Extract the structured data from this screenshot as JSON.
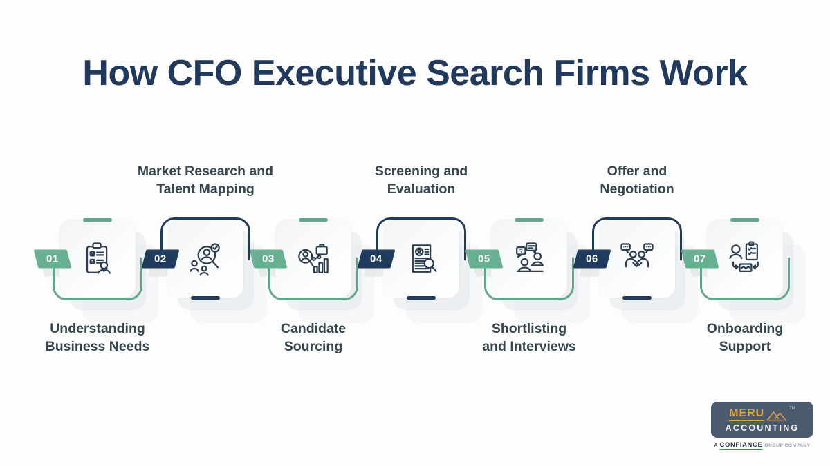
{
  "title": "How CFO Executive Search Firms Work",
  "steps": [
    {
      "number": "01",
      "label": "Understanding Business Needs",
      "label_lines": [
        "Understanding",
        "Business Needs"
      ],
      "label_position": "bottom",
      "accent": "green",
      "icon": "clipboard-checklist-person-icon"
    },
    {
      "number": "02",
      "label": "Market Research and Talent Mapping",
      "label_lines": [
        "Market Research and",
        "Talent Mapping"
      ],
      "label_position": "top",
      "accent": "navy",
      "icon": "talent-search-magnifier-icon"
    },
    {
      "number": "03",
      "label": "Candidate Sourcing",
      "label_lines": [
        "Candidate",
        "Sourcing"
      ],
      "label_position": "bottom",
      "accent": "green",
      "icon": "candidate-briefcase-chart-icon"
    },
    {
      "number": "04",
      "label": "Screening and Evaluation",
      "label_lines": [
        "Screening and",
        "Evaluation"
      ],
      "label_position": "top",
      "accent": "navy",
      "icon": "resume-magnifier-icon"
    },
    {
      "number": "05",
      "label": "Shortlisting and Interviews",
      "label_lines": [
        "Shortlisting",
        "and Interviews"
      ],
      "label_position": "bottom",
      "accent": "green",
      "icon": "interview-speech-bubbles-icon"
    },
    {
      "number": "06",
      "label": "Offer and Negotiation",
      "label_lines": [
        "Offer and",
        "Negotiation"
      ],
      "label_position": "top",
      "accent": "navy",
      "icon": "handshake-negotiation-icon"
    },
    {
      "number": "07",
      "label": "Onboarding Support",
      "label_lines": [
        "Onboarding",
        "Support"
      ],
      "label_position": "bottom",
      "accent": "green",
      "icon": "onboarding-checklist-handshake-icon"
    }
  ],
  "colors": {
    "green": "#5fa88b",
    "navy": "#1f3c5e",
    "title": "#20395c",
    "label_text": "#36454e",
    "card_background": "#f7f9f9",
    "page_background": "#fdfdfd",
    "logo_background": "#4a5b70",
    "logo_gold": "#e7a33c",
    "tagline_underline": "#cc4a33"
  },
  "logo": {
    "brand_top": "MERU",
    "brand_bottom": "ACCOUNTING",
    "trademark": "TM",
    "tagline_prefix": "A",
    "tagline_brand": "CONFIANCE",
    "tagline_suffix": "GROUP COMPANY",
    "mountain_icon": "mountain-peaks-icon"
  }
}
